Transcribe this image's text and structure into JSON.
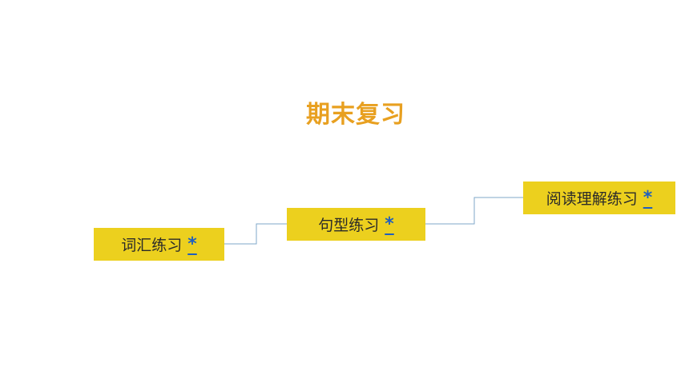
{
  "slide": {
    "title": "期末复习",
    "items": [
      {
        "label": "词汇练习",
        "link": "*"
      },
      {
        "label": "句型练习",
        "link": "*"
      },
      {
        "label": "阅读理解练习",
        "link": "*"
      }
    ]
  },
  "colors": {
    "title": "#e8a020",
    "box_fill": "#ecd01e",
    "link": "#1f5fbf",
    "connector": "#7fa7c9"
  }
}
